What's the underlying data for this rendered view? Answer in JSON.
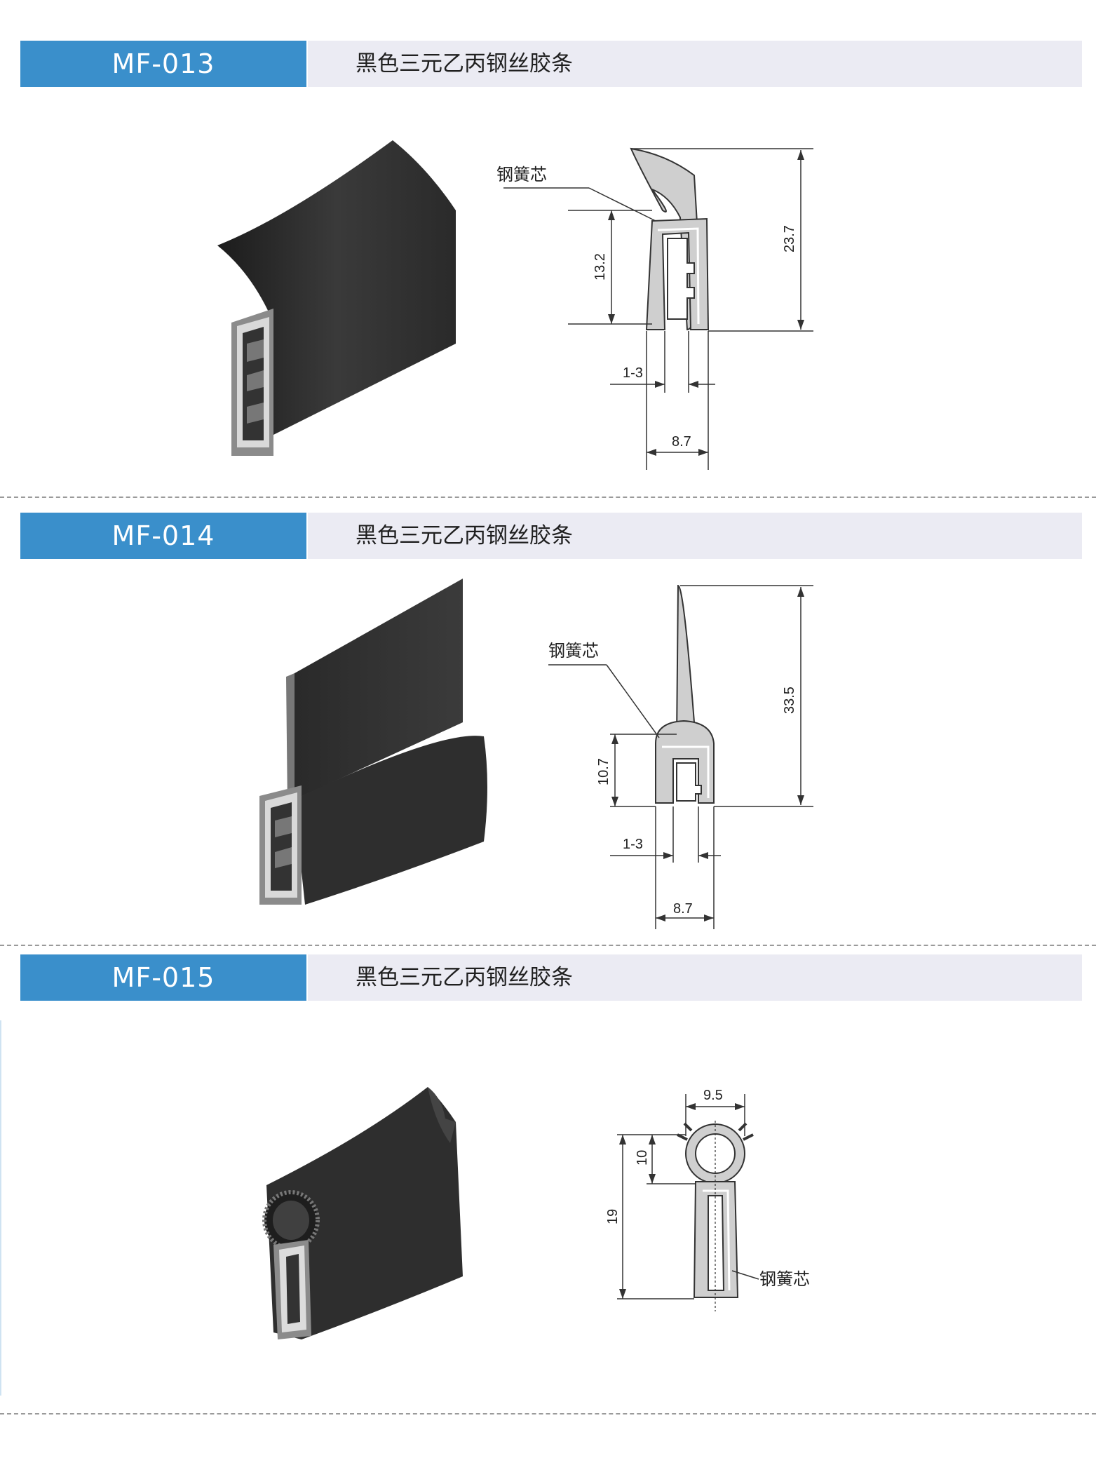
{
  "products": [
    {
      "code": "MF-013",
      "title": "黑色三元乙丙钢丝胶条",
      "callout": "钢簧芯",
      "dims": {
        "overall_height": "23.7",
        "clip_height": "13.2",
        "gap": "1-3",
        "width": "8.7"
      }
    },
    {
      "code": "MF-014",
      "title": "黑色三元乙丙钢丝胶条",
      "callout": "钢簧芯",
      "dims": {
        "overall_height": "33.5",
        "clip_height": "10.7",
        "gap": "1-3",
        "width": "8.7"
      }
    },
    {
      "code": "MF-015",
      "title": "黑色三元乙丙钢丝胶条",
      "callout": "钢簧芯",
      "dims": {
        "bulb_width": "9.5",
        "bulb_height": "10",
        "overall_height": "19"
      }
    }
  ],
  "colors": {
    "header_blue": "#3a8fcb",
    "header_gray": "#ebebf3",
    "rubber_black": "#2b2b2b",
    "profile_gray": "#cfcfcf",
    "divider": "#9a9a9a"
  }
}
